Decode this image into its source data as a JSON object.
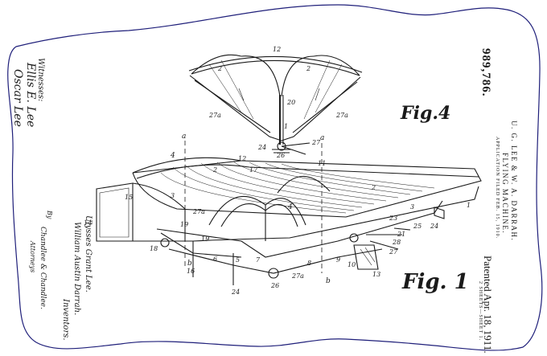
{
  "patent": {
    "number": "989,786.",
    "inventors_line": "U. G. LEE & W. A. DARRAH.",
    "title": "FLYING MACHINE.",
    "application": "APPLICATION FILED FEB. 15, 1910.",
    "patented": "Patented Apr. 18, 1911.",
    "sheets": "2 SHEETS—SHEET 1."
  },
  "figures": {
    "fig4": "Fig.4",
    "fig1": "Fig. 1"
  },
  "witnesses": {
    "heading": "Witnesses:",
    "names": [
      "Ellis E. Lee",
      "Oscar Lee"
    ]
  },
  "inventors": {
    "names": [
      "Ulysses Grant Lee.",
      "William Austin Darrah."
    ],
    "role": "Inventors.",
    "by": "By",
    "attorney": "Chandlee & Chandlee.",
    "attorney_role": "Attorneys"
  },
  "ref_numbers": {
    "fig4": [
      "12",
      "2",
      "2",
      "20",
      "27a",
      "27a",
      "1",
      "24",
      "26",
      "27"
    ],
    "fig1": [
      "4",
      "a",
      "12",
      "17",
      "11",
      "2",
      "15",
      "3",
      "2",
      "4",
      "3",
      "1",
      "14",
      "27a",
      "19",
      "19",
      "18",
      "6",
      "16",
      "5",
      "7",
      "8",
      "9",
      "10",
      "21",
      "28",
      "23",
      "25",
      "24",
      "27",
      "13",
      "24",
      "26",
      "27a",
      "b",
      "b",
      "a"
    ]
  },
  "colors": {
    "ink": "#1a1a1a",
    "border_line": "#1f1f7a",
    "paper": "#ffffff"
  }
}
